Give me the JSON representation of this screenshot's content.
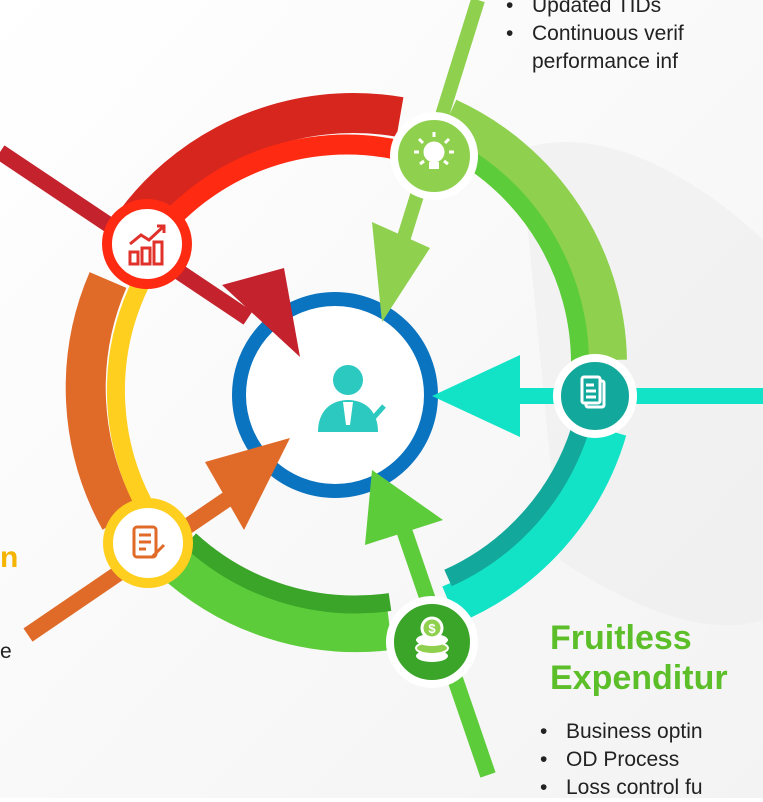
{
  "colors": {
    "red": "#d7261e",
    "red_bright": "#ff2a12",
    "orange": "#e06a28",
    "yellow": "#ffcf1f",
    "green": "#5dcc3a",
    "green_dark": "#3aa528",
    "lime": "#8fd14f",
    "teal": "#12e3c7",
    "teal_dark": "#13a89c",
    "blue": "#0b74c0",
    "heading_green": "#5cbf2a",
    "heading_yellow": "#f4b400"
  },
  "icons": {
    "top": "lightbulb-icon",
    "upper_left": "growth-chart-icon",
    "right": "document-icon",
    "lower_left": "edit-document-icon",
    "bottom": "coins-icon",
    "center": "businessman-icon"
  },
  "top_right": {
    "bullets": [
      "Updated TIDs",
      "Continuous verif"
    ],
    "continuation": "performance inf"
  },
  "bottom_right": {
    "heading_line1": "Fruitless",
    "heading_line2": "Expenditur",
    "bullets": [
      "Business optin",
      "OD Process",
      "Loss control fu"
    ]
  },
  "left_fragments": {
    "heading_char": "n",
    "text_char": "e"
  }
}
